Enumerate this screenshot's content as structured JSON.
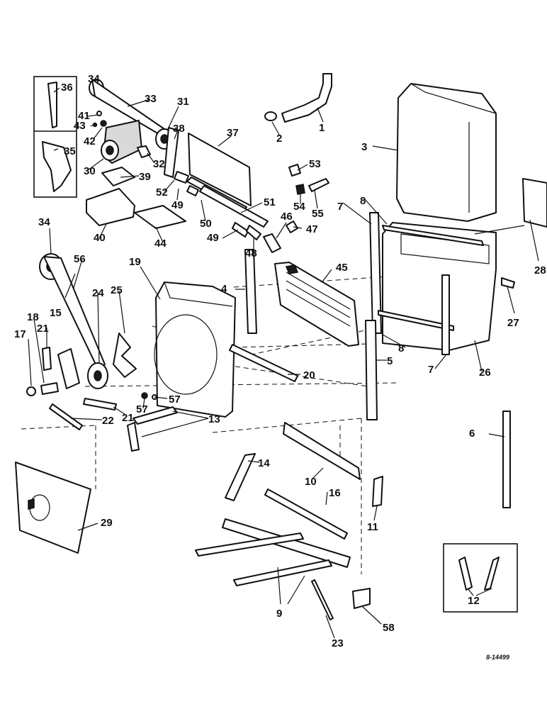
{
  "drawing_ref": "8-14499",
  "callouts": {
    "c1": "1",
    "c2": "2",
    "c3": "3",
    "c4": "4",
    "c5": "5",
    "c6": "6",
    "c7a": "7",
    "c7b": "7",
    "c8a": "8",
    "c8b": "8",
    "c9": "9",
    "c10": "10",
    "c11": "11",
    "c12": "12",
    "c13": "13",
    "c14": "14",
    "c15": "15",
    "c16": "16",
    "c17": "17",
    "c18": "18",
    "c19": "19",
    "c20": "20",
    "c21a": "21",
    "c21b": "21",
    "c22": "22",
    "c23": "23",
    "c24": "24",
    "c25": "25",
    "c26": "26",
    "c27": "27",
    "c28": "28",
    "c29": "29",
    "c30": "30",
    "c31": "31",
    "c32": "32",
    "c33": "33",
    "c34a": "34",
    "c34b": "34",
    "c35": "35",
    "c36": "36",
    "c37": "37",
    "c38": "38",
    "c39": "39",
    "c40": "40",
    "c41": "41",
    "c42": "42",
    "c43": "43",
    "c44": "44",
    "c45": "45",
    "c46": "46",
    "c47": "47",
    "c48": "48",
    "c49a": "49",
    "c49b": "49",
    "c50": "50",
    "c51": "51",
    "c52": "52",
    "c53": "53",
    "c54": "54",
    "c55": "55",
    "c56": "56",
    "c57a": "57",
    "c57b": "57",
    "c58": "58"
  }
}
